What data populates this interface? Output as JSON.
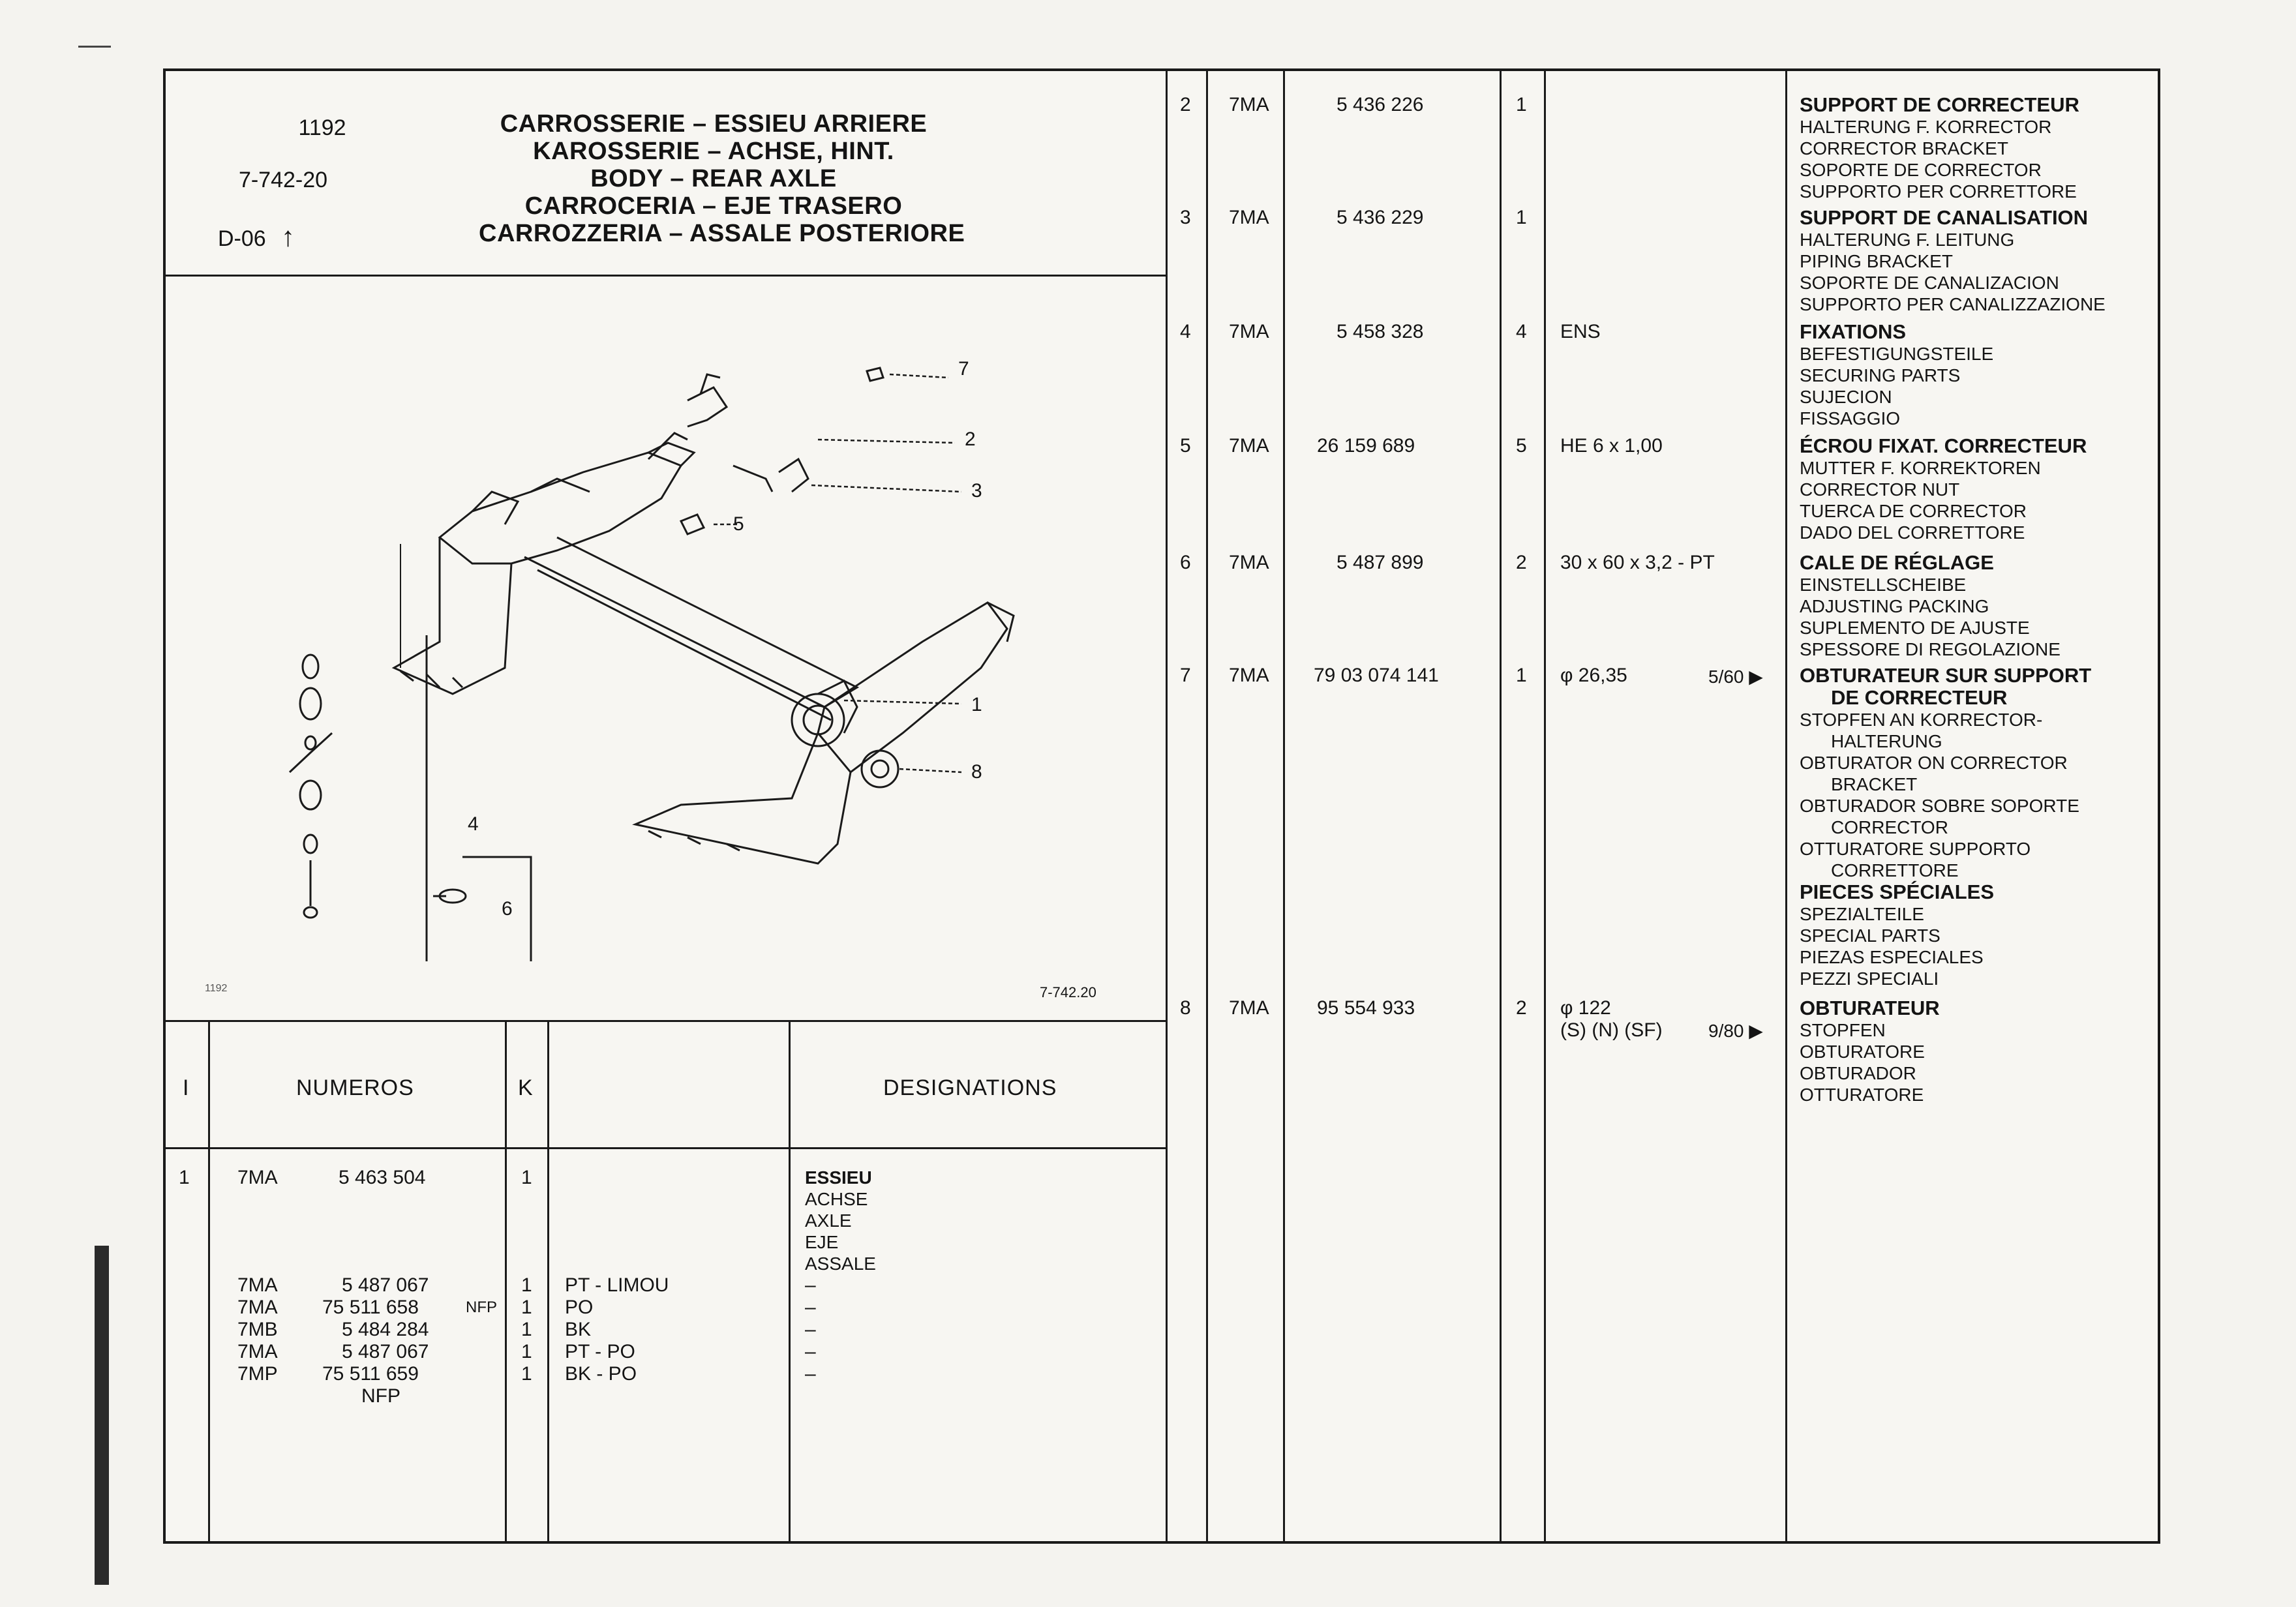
{
  "header": {
    "page_number": "1192",
    "reference": "7-742-20",
    "group": "D-06",
    "group_arrow": "↑",
    "titles": [
      "CARROSSERIE – ESSIEU ARRIERE",
      "KAROSSERIE – ACHSE, HINT.",
      "BODY – REAR AXLE",
      "CARROCERIA – EJE TRASERO",
      "CARROZZERIA – ASSALE POSTERIORE"
    ]
  },
  "diagram": {
    "corner_code": "1192",
    "drawing_ref": "7-742.20",
    "callouts": [
      "1",
      "2",
      "3",
      "4",
      "5",
      "6",
      "7",
      "8"
    ]
  },
  "table_header": {
    "index": "I",
    "numeros": "NUMEROS",
    "k": "K",
    "designations": "DESIGNATIONS"
  },
  "left_rows": {
    "row1": {
      "idx": "1",
      "prefix": "7MA",
      "number": "5 463 504",
      "k": "1",
      "desig_title": "ESSIEU",
      "desig": [
        "ACHSE",
        "AXLE",
        "EJE",
        "ASSALE"
      ]
    },
    "variants": [
      {
        "prefix": "7MA",
        "number": "5 487 067",
        "note": "",
        "k": "1",
        "spec": "PT - LIMOU",
        "dash": "–"
      },
      {
        "prefix": "7MA",
        "number": "75 511 658",
        "note": "NFP",
        "k": "1",
        "spec": "PO",
        "dash": "–"
      },
      {
        "prefix": "7MB",
        "number": "5 484 284",
        "note": "",
        "k": "1",
        "spec": "BK",
        "dash": "–"
      },
      {
        "prefix": "7MA",
        "number": "5 487 067",
        "note": "",
        "k": "1",
        "spec": "PT - PO",
        "dash": "–"
      },
      {
        "prefix": "7MP",
        "number": "75 511 659",
        "note": "",
        "k": "1",
        "spec": "BK - PO",
        "dash": "–"
      }
    ],
    "variant_last_note": "NFP"
  },
  "right_rows": [
    {
      "idx": "2",
      "prefix": "7MA",
      "number": "5 436 226",
      "k": "1",
      "spec": "",
      "marker": "",
      "title": "SUPPORT DE CORRECTEUR",
      "lines": [
        "HALTERUNG F. KORRECTOR",
        "CORRECTOR BRACKET",
        "SOPORTE DE CORRECTOR",
        "SUPPORTO PER CORRETTORE"
      ]
    },
    {
      "idx": "3",
      "prefix": "7MA",
      "number": "5 436 229",
      "k": "1",
      "spec": "",
      "marker": "",
      "title": "SUPPORT DE CANALISATION",
      "lines": [
        "HALTERUNG F. LEITUNG",
        "PIPING BRACKET",
        "SOPORTE DE CANALIZACION",
        "SUPPORTO PER CANALIZZAZIONE"
      ]
    },
    {
      "idx": "4",
      "prefix": "7MA",
      "number": "5 458 328",
      "k": "4",
      "spec": "ENS",
      "marker": "",
      "title": "FIXATIONS",
      "lines": [
        "BEFESTIGUNGSTEILE",
        "SECURING PARTS",
        "SUJECION",
        "FISSAGGIO"
      ]
    },
    {
      "idx": "5",
      "prefix": "7MA",
      "number": "26 159 689",
      "k": "5",
      "spec": "HE 6 x 1,00",
      "marker": "",
      "title": "ÉCROU FIXAT. CORRECTEUR",
      "lines": [
        "MUTTER F. KORREKTOREN",
        "CORRECTOR NUT",
        "TUERCA DE CORRECTOR",
        "DADO DEL CORRETTORE"
      ]
    },
    {
      "idx": "6",
      "prefix": "7MA",
      "number": "5 487 899",
      "k": "2",
      "spec": "30 x 60 x 3,2 - PT",
      "marker": "",
      "title": "CALE DE RÉGLAGE",
      "lines": [
        "EINSTELLSCHEIBE",
        "ADJUSTING PACKING",
        "SUPLEMENTO DE AJUSTE",
        "SPESSORE DI REGOLAZIONE"
      ]
    },
    {
      "idx": "7",
      "prefix": "7MA",
      "number": "79 03 074 141",
      "k": "1",
      "spec": "φ 26,35",
      "marker": "5/60 ▶",
      "title": "OBTURATEUR SUR SUPPORT",
      "title2": "DE CORRECTEUR",
      "lines": [
        "STOPFEN AN KORRECTOR-",
        "HALTERUNG",
        "OBTURATOR  ON CORRECTOR",
        "BRACKET",
        "OBTURADOR SOBRE SOPORTE",
        "CORRECTOR",
        "OTTURATORE SUPPORTO",
        "CORRETTORE"
      ]
    },
    {
      "section_title": "PIECES SPÉCIALES",
      "section_lines": [
        "SPEZIALTEILE",
        "SPECIAL PARTS",
        "PIEZAS ESPECIALES",
        "PEZZI SPECIALI"
      ]
    },
    {
      "idx": "8",
      "prefix": "7MA",
      "number": "95 554 933",
      "k": "2",
      "spec": "φ 122",
      "spec2": "(S) (N) (SF)",
      "marker": "9/80 ▶",
      "title": "OBTURATEUR",
      "lines": [
        "STOPFEN",
        "OBTURATORE",
        "OBTURADOR",
        "OTTURATORE"
      ]
    }
  ]
}
